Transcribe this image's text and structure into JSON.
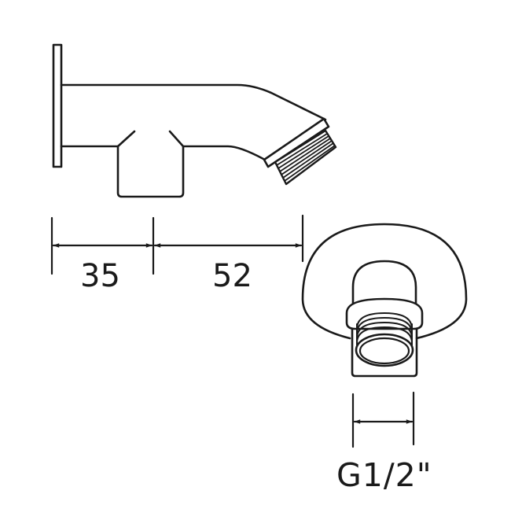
{
  "diagram": {
    "type": "technical-drawing",
    "subject": "wall-mounted bath spout / shower outlet",
    "views": [
      {
        "name": "side-view",
        "description": "Side elevation of spout with wall plate and threaded outlet"
      },
      {
        "name": "front-view",
        "description": "Front elevation showing semicircular cover and threaded connector"
      }
    ],
    "dimensions": {
      "projection_to_body": {
        "label": "35"
      },
      "body_to_outlet": {
        "label": "52"
      },
      "thread_size": {
        "label": "G1/2\""
      }
    },
    "colors": {
      "stroke": "#1a1a1a",
      "background": "#ffffff"
    }
  }
}
